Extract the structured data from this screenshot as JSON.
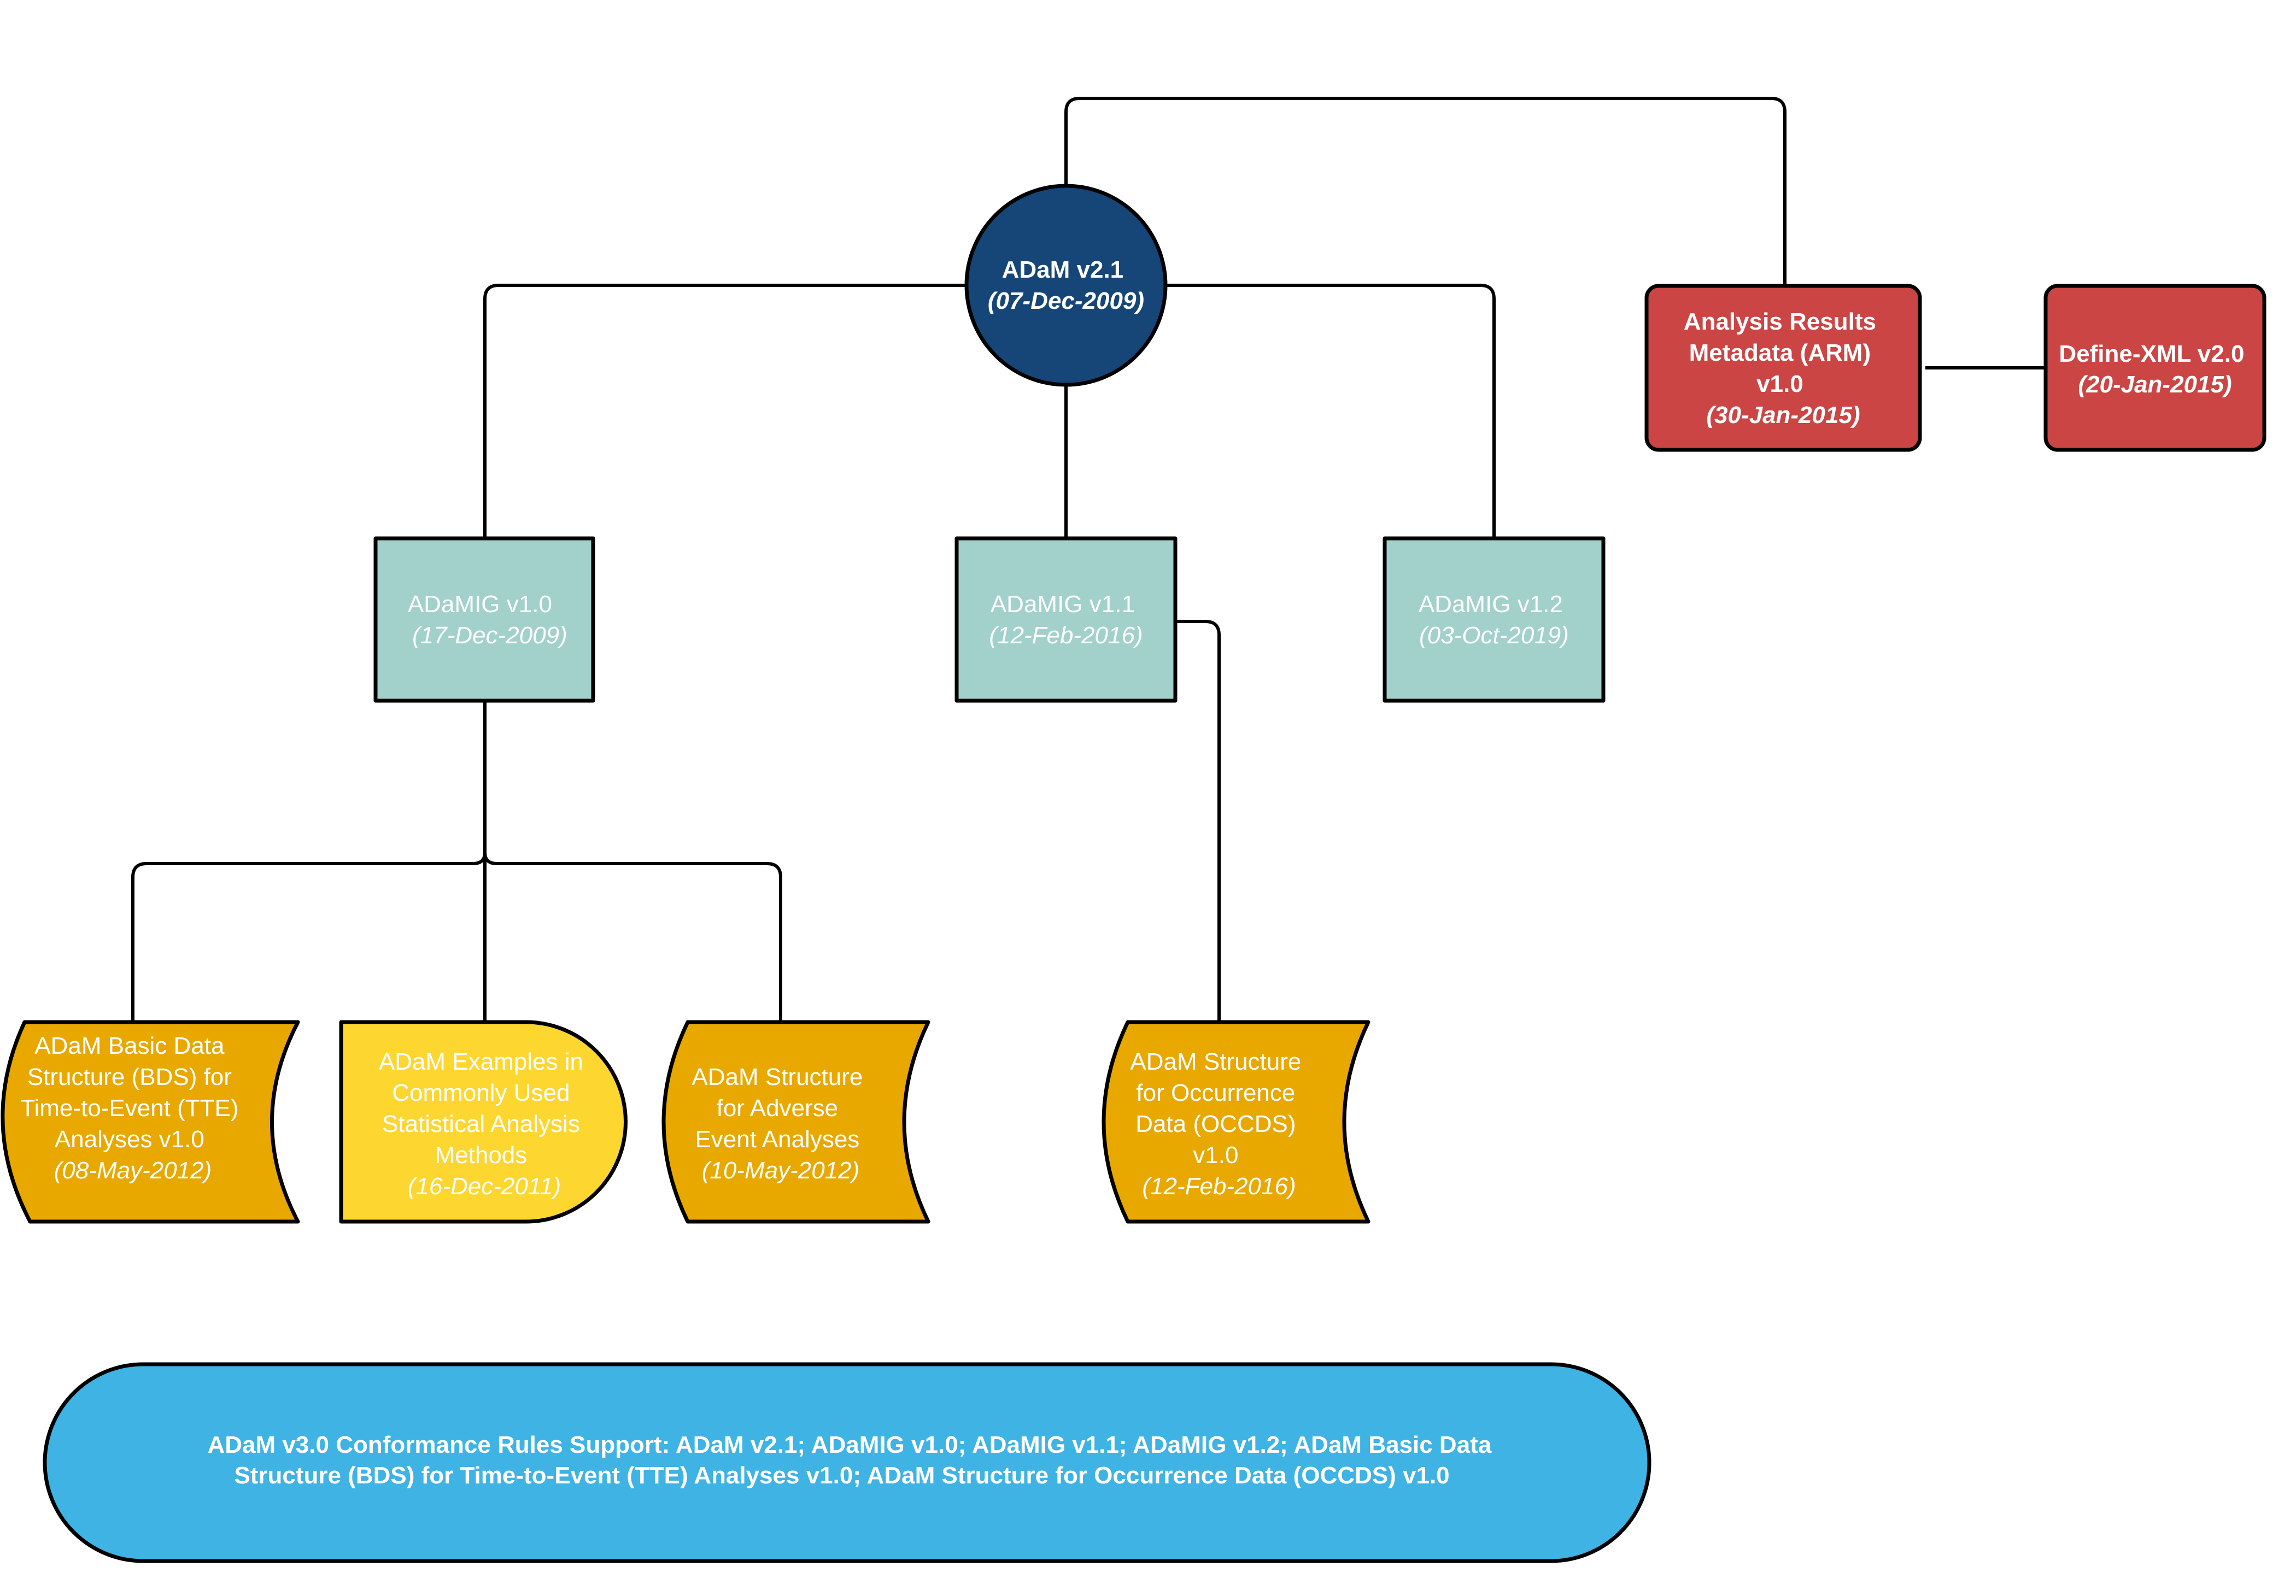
{
  "colors": {
    "adam_root": "#154677",
    "arm": "#cb4545",
    "adamig": "#a2d1cc",
    "structure": "#e8a800",
    "examples": "#fdd630",
    "conformance": "#3fb3e3",
    "edge": "#000000",
    "text": "#ffffff"
  },
  "nodes": {
    "adam_v21": {
      "title": "ADaM v2.1",
      "date": "(07-Dec-2009)"
    },
    "arm_v10": {
      "line1": "Analysis Results",
      "line2": "Metadata (ARM)",
      "line3": "v1.0",
      "date": "(30-Jan-2015)"
    },
    "define_xml_v20": {
      "title": "Define-XML v2.0",
      "date": "(20-Jan-2015)"
    },
    "adamig_v10": {
      "title": "ADaMIG v1.0",
      "date": "(17-Dec-2009)"
    },
    "adamig_v11": {
      "title": "ADaMIG v1.1",
      "date": "(12-Feb-2016)"
    },
    "adamig_v12": {
      "title": "ADaMIG v1.2",
      "date": "(03-Oct-2019)"
    },
    "bds_tte": {
      "line1": "ADaM Basic Data",
      "line2": "Structure (BDS) for",
      "line3": "Time-to-Event (TTE)",
      "line4": "Analyses v1.0",
      "date": "(08-May-2012)"
    },
    "examples": {
      "line1": "ADaM Examples in",
      "line2": "Commonly Used",
      "line3": "Statistical Analysis",
      "line4": "Methods",
      "date": "(16-Dec-2011)"
    },
    "adverse_event": {
      "line1": "ADaM Structure",
      "line2": "for Adverse",
      "line3": "Event Analyses",
      "date": "(10-May-2012)"
    },
    "occds": {
      "line1": "ADaM Structure",
      "line2": "for Occurrence",
      "line3": "Data (OCCDS)",
      "line4": "v1.0",
      "date": "(12-Feb-2016)"
    },
    "conformance": {
      "line1": "ADaM v3.0 Conformance Rules Support: ADaM v2.1; ADaMIG v1.0; ADaMIG v1.1; ADaMIG v1.2; ADaM Basic Data",
      "line2": "Structure (BDS) for Time-to-Event (TTE) Analyses v1.0; ADaM Structure for Occurrence Data (OCCDS) v1.0"
    }
  }
}
